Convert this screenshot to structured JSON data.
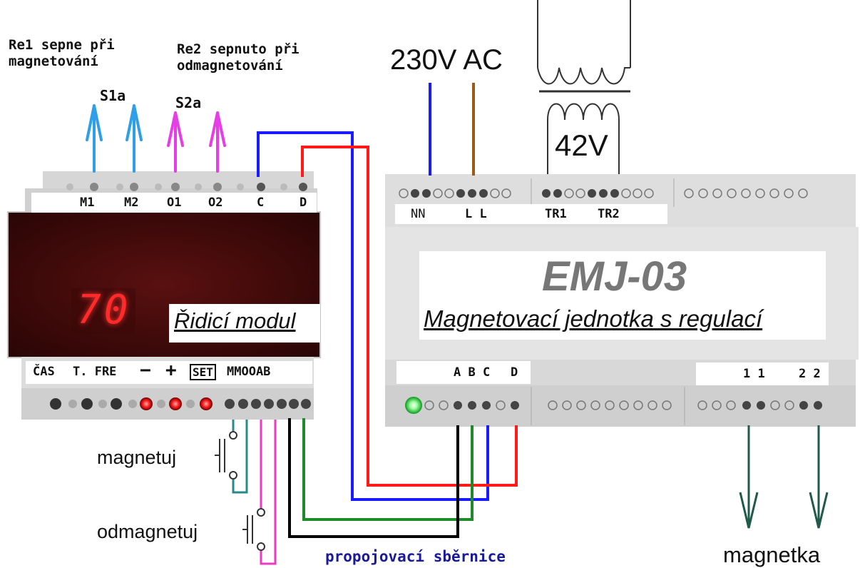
{
  "top_labels": {
    "re1": [
      "Re1 sepne při",
      "magnetování"
    ],
    "re2": [
      "Re2 sepnuto při",
      "odmagnetování"
    ],
    "s1a": "S1a",
    "s2a": "S2a",
    "supply": "230V AC",
    "transformer_voltage": "42V"
  },
  "control_module": {
    "top_terminals": [
      "M1",
      "M2",
      "O1",
      "O2",
      "C",
      "D"
    ],
    "display_value": "70",
    "name": "Řidicí modul",
    "bottom_terminals": [
      "ČAS",
      "T. FRE",
      "−",
      "+",
      "SET",
      "MMOOAB"
    ]
  },
  "emj_unit": {
    "top_terminals": [
      "NN",
      "L L",
      "TR1",
      "TR2"
    ],
    "model": "EMJ-03",
    "subtitle": "Magnetovací jednotka s regulací",
    "bottom_terminals_left": [
      "A B C",
      "D"
    ],
    "bottom_terminals_right": [
      "1 1",
      "2 2"
    ]
  },
  "bottom_labels": {
    "magnetuj": "magnetuj",
    "odmagnetuj": "odmagnetuj",
    "bus": "propojovací sběrnice",
    "magnetka": "magnetka"
  },
  "colors": {
    "blue_wire": "#1a1aff",
    "red_wire": "#ff1a1a",
    "green_wire": "#1f8a2a",
    "black_wire": "#000000",
    "brown_wire": "#9c5a1c",
    "teal_wire": "#2a8a8a",
    "magenta_wire": "#ee3bbf",
    "sky_arrow": "#2e9fe8",
    "magenta_arrow": "#e63de6",
    "output_arrow": "#1f5a4a",
    "bus_label": "#1a1a9a"
  }
}
